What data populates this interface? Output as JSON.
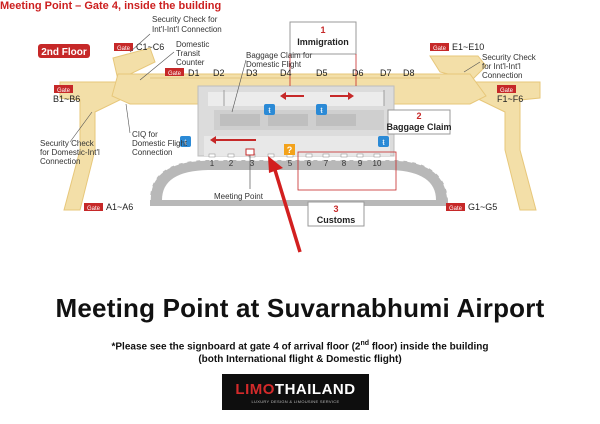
{
  "floor_badge": "2nd Floor",
  "gate_tag": "Gate",
  "gates": {
    "c": "C1~C6",
    "e": "E1~E10",
    "b": "B1~B6",
    "f": "F1~F6",
    "a": "A1~A6",
    "g": "G1~G5",
    "d_row": [
      "D1",
      "D2",
      "D3",
      "D4",
      "D5",
      "D6",
      "D7",
      "D8"
    ]
  },
  "numbered_doors": [
    "1",
    "2",
    "3",
    "4",
    "5",
    "6",
    "7",
    "8",
    "9",
    "10"
  ],
  "labels": {
    "security_intl_top_1": "Security Check for",
    "security_intl_top_2": "Int'l-Int'l Connection",
    "domestic_transit_1": "Domestic",
    "domestic_transit_2": "Transit",
    "domestic_transit_3": "Counter",
    "baggage_domestic_1": "Baggage Claim for",
    "baggage_domestic_2": "Domestic Flight",
    "security_right_1": "Security Check",
    "security_right_2": "for Int'l-Int'l",
    "security_right_3": "Connection",
    "security_left_1": "Security Check",
    "security_left_2": "for Domestic-Int'l",
    "security_left_3": "Connection",
    "ciq_1": "CIQ for",
    "ciq_2": "Domestic Flight",
    "ciq_3": "Connection",
    "meeting_point": "Meeting Point"
  },
  "callouts": [
    {
      "number": "1",
      "label": "Immigration"
    },
    {
      "number": "2",
      "label": "Baggage Claim"
    },
    {
      "number": "3",
      "label": "Customs"
    }
  ],
  "info_marker": "?",
  "meeting_caption": "Meeting Point – Gate 4, inside the building",
  "title": "Meeting Point at Suvarnabhumi Airport",
  "note": {
    "line1_a": "*Please see the signboard at gate 4 of arrival floor (2",
    "line1_sup": "nd",
    "line1_b": " floor) inside the building",
    "line2": "(both International flight & Domestic flight)"
  },
  "logo": {
    "part1": "LIMO",
    "part2": "THAILAND",
    "tagline": "LUXURY DESIGN & LIMOUSINE SERVICE"
  },
  "colors": {
    "concourse": "#f3dfa8",
    "concourse_edge": "#e7c77a",
    "building": "#d9d9d9",
    "accent_red": "#c62828",
    "road": "#9e9e9e",
    "restroom_blue": "#2b8ad6",
    "info_orange": "#f3a21b"
  }
}
